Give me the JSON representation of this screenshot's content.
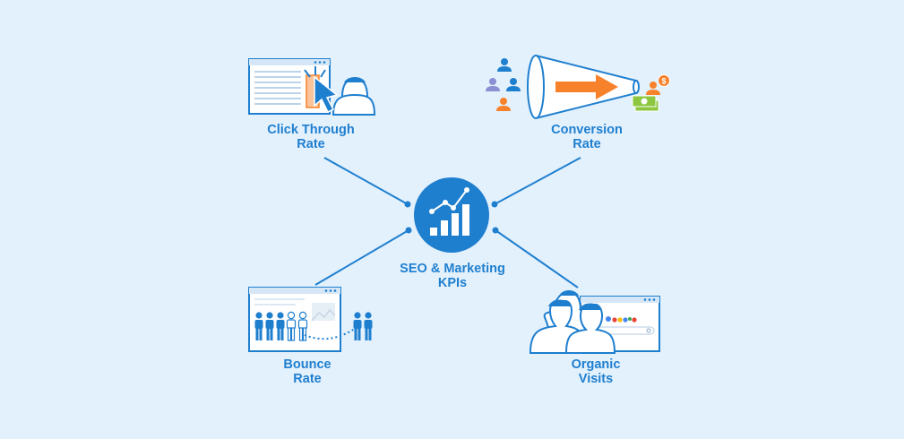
{
  "center": {
    "line1": "SEO & Marketing",
    "line2": "KPIs"
  },
  "nodes": {
    "click_through": {
      "line1": "Click Through",
      "line2": "Rate"
    },
    "conversion": {
      "line1": "Conversion",
      "line2": "Rate"
    },
    "bounce": {
      "line1": "Bounce",
      "line2": "Rate"
    },
    "organic": {
      "line1": "Organic",
      "line2": "Visits"
    }
  },
  "money_symbol": "$",
  "icons": {
    "center": "chart-growth-icon",
    "click_through": "browser-cursor-icon",
    "conversion": "funnel-megaphone-icon",
    "bounce": "people-leaving-icon",
    "organic": "search-visitors-icon"
  },
  "colors": {
    "background": "#e3f1fd",
    "primary": "#1f7fcf",
    "orange": "#f7822b",
    "purple": "#8b8fd4",
    "green": "#8dc63f"
  }
}
